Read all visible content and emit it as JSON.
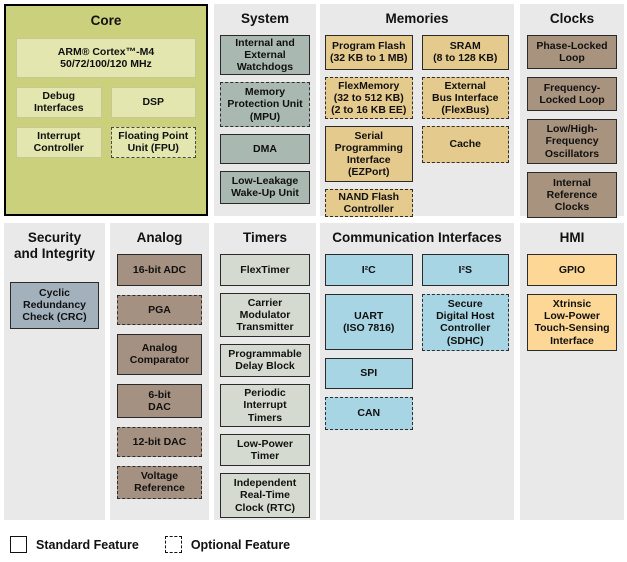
{
  "colors": {
    "panel_bg": "#e9e9e9",
    "core_bg": "#cad07c",
    "core_block": "#e3e6ae",
    "system_block": "#a9b8b1",
    "memories_block": "#e5ca8d",
    "clocks_block": "#a8937e",
    "security_block": "#a3b1bc",
    "analog_block": "#a59181",
    "timers_block": "#d4dacf",
    "comm_block": "#a7d5e3",
    "hmi_block": "#fcd795"
  },
  "panels": {
    "core": {
      "title": "Core",
      "blocks": {
        "arm": "ARM® Cortex™-M4\n50/72/100/120 MHz",
        "debug": "Debug\nInterfaces",
        "dsp": "DSP",
        "interrupt": "Interrupt\nController",
        "fpu": "Floating Point\nUnit (FPU)"
      }
    },
    "system": {
      "title": "System",
      "blocks": {
        "watchdogs": "Internal and\nExternal\nWatchdogs",
        "mpu": "Memory\nProtection Unit\n(MPU)",
        "dma": "DMA",
        "llwu": "Low-Leakage\nWake-Up Unit"
      }
    },
    "memories": {
      "title": "Memories",
      "blocks": {
        "program_flash": "Program Flash\n(32 KB to 1 MB)",
        "flexmemory": "FlexMemory\n(32 to 512 KB)\n(2 to 16 KB EE)",
        "ezport": "Serial\nProgramming\nInterface\n(EZPort)",
        "nand": "NAND Flash\nController",
        "sram": "SRAM\n(8 to 128 KB)",
        "flexbus": "External\nBus Interface\n(FlexBus)",
        "cache": "Cache"
      }
    },
    "clocks": {
      "title": "Clocks",
      "blocks": {
        "pll": "Phase-Locked\nLoop",
        "fll": "Frequency-\nLocked Loop",
        "osc": "Low/High-\nFrequency\nOscillators",
        "irc": "Internal\nReference\nClocks"
      }
    },
    "security": {
      "title": "Security\nand Integrity",
      "blocks": {
        "crc": "Cyclic\nRedundancy\nCheck (CRC)"
      }
    },
    "analog": {
      "title": "Analog",
      "blocks": {
        "adc": "16-bit ADC",
        "pga": "PGA",
        "comparator": "Analog\nComparator",
        "dac6": "6-bit\nDAC",
        "dac12": "12-bit DAC",
        "vref": "Voltage\nReference"
      }
    },
    "timers": {
      "title": "Timers",
      "blocks": {
        "flextimer": "FlexTimer",
        "cmt": "Carrier\nModulator\nTransmitter",
        "pdb": "Programmable\nDelay Block",
        "pit": "Periodic\nInterrupt\nTimers",
        "lptmr": "Low-Power\nTimer",
        "rtc": "Independent\nReal-Time\nClock (RTC)"
      }
    },
    "comm": {
      "title": "Communication Interfaces",
      "blocks": {
        "i2c": "I²C",
        "i2s": "I²S",
        "uart": "UART\n(ISO 7816)",
        "sdhc": "Secure\nDigital Host\nController\n(SDHC)",
        "spi": "SPI",
        "can": "CAN"
      }
    },
    "hmi": {
      "title": "HMI",
      "blocks": {
        "gpio": "GPIO",
        "tsi": "Xtrinsic\nLow-Power\nTouch-Sensing\nInterface"
      }
    }
  },
  "optional_blocks": [
    "fpu",
    "mpu",
    "flexmemory",
    "nand",
    "flexbus",
    "cache",
    "pga",
    "dac12",
    "vref",
    "sdhc",
    "can"
  ],
  "legend": {
    "standard": "Standard Feature",
    "optional": "Optional Feature"
  }
}
